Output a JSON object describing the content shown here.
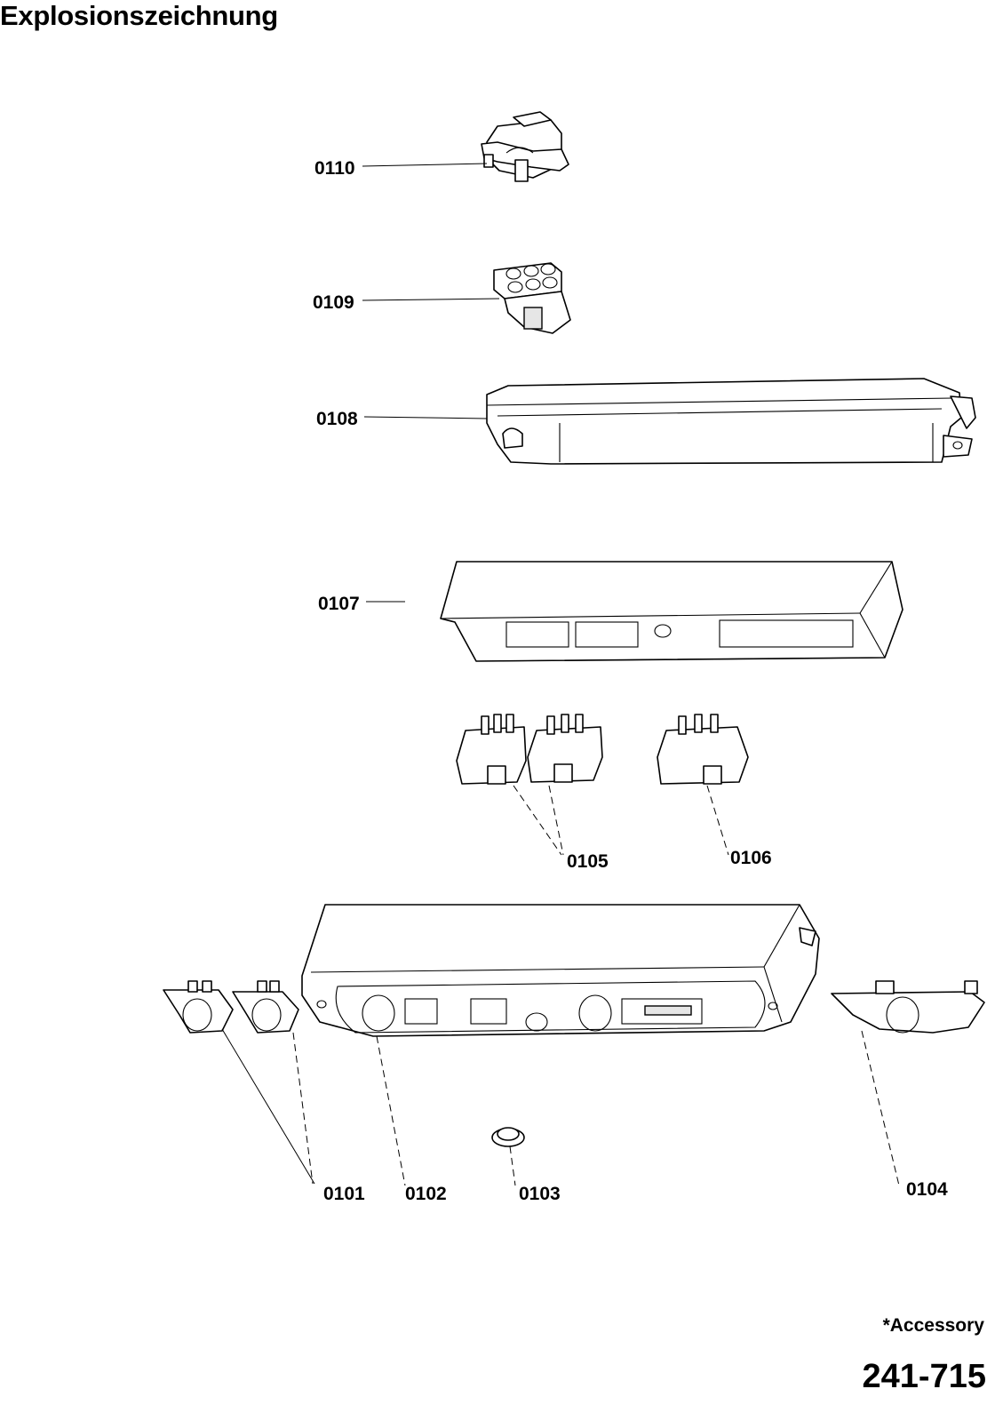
{
  "page": {
    "title": "Explosionszeichnung",
    "accessory_note": "*Accessory",
    "document_number": "241-715"
  },
  "parts": [
    {
      "id": "0110",
      "label": "0110"
    },
    {
      "id": "0109",
      "label": "0109"
    },
    {
      "id": "0108",
      "label": "0108"
    },
    {
      "id": "0107",
      "label": "0107"
    },
    {
      "id": "0105",
      "label": "0105"
    },
    {
      "id": "0106",
      "label": "0106"
    },
    {
      "id": "0101",
      "label": "0101"
    },
    {
      "id": "0102",
      "label": "0102"
    },
    {
      "id": "0103",
      "label": "0103"
    },
    {
      "id": "0104",
      "label": "0104"
    }
  ]
}
